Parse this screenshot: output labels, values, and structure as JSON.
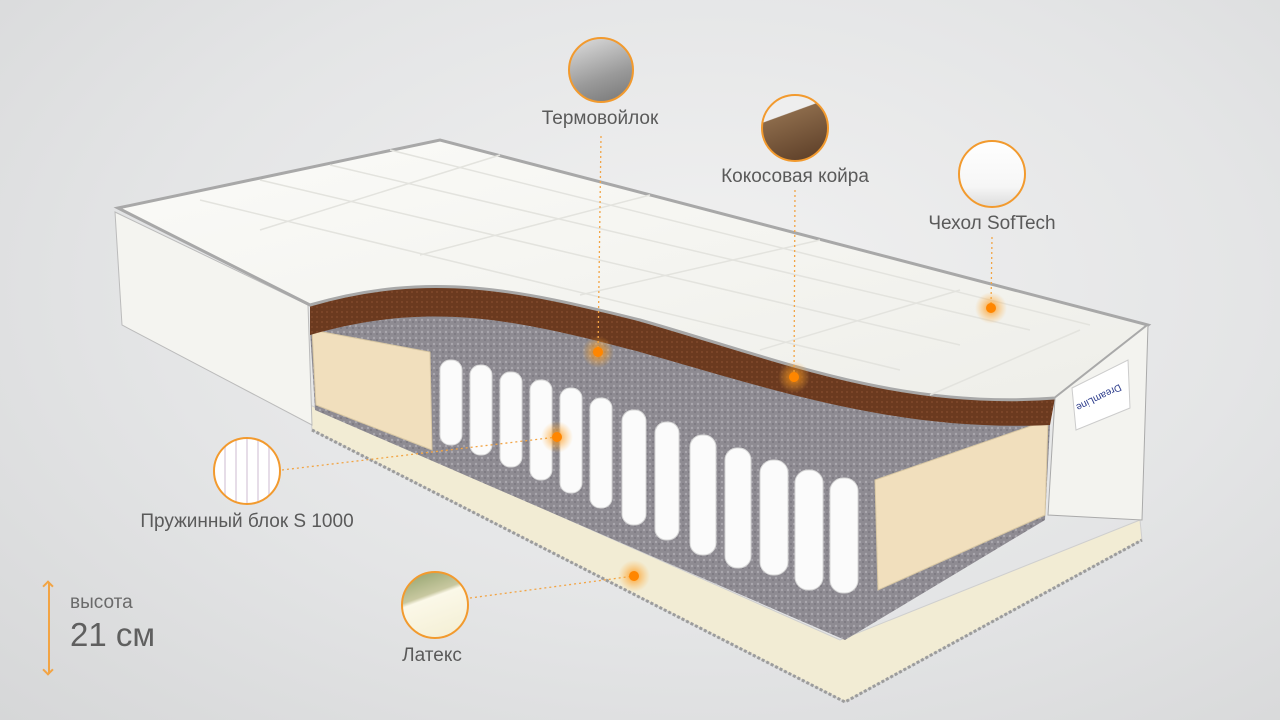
{
  "brand_tag": "DreamLine",
  "layers": [
    {
      "id": "thermofelt",
      "label": "Термовойлок"
    },
    {
      "id": "coconut",
      "label": "Кокосовая койра"
    },
    {
      "id": "cover",
      "label": "Чехол SofTech"
    },
    {
      "id": "springs",
      "label": "Пружинный блок S 1000"
    },
    {
      "id": "latex",
      "label": "Латекс"
    }
  ],
  "height": {
    "caption": "высота",
    "value": "21 см"
  },
  "colors": {
    "accent": "#f29a2e",
    "coconut": "#6b3a1f",
    "foam": "#f1dfbd",
    "latex": "#f2ecd4",
    "felt": "#8d8a90"
  }
}
